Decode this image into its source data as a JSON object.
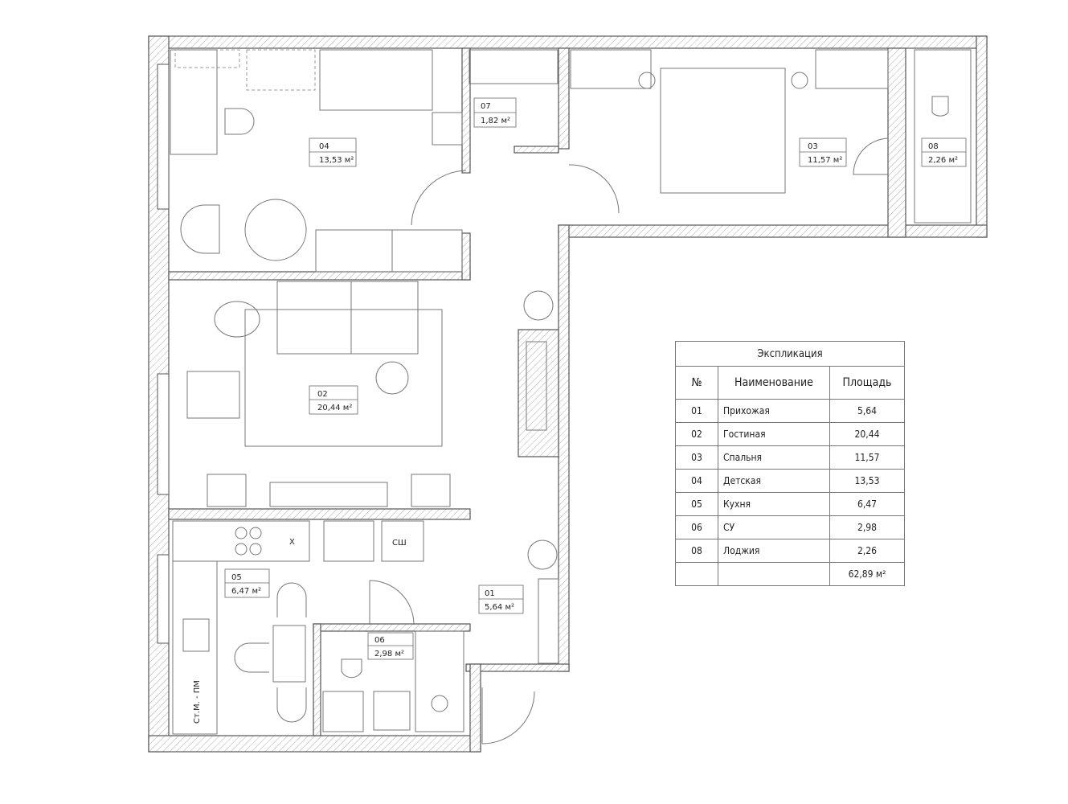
{
  "rooms": [
    {
      "id": "01",
      "area": "5,64 м²"
    },
    {
      "id": "02",
      "area": "20,44 м²"
    },
    {
      "id": "03",
      "area": "11,57 м²"
    },
    {
      "id": "04",
      "area": "13,53 м²"
    },
    {
      "id": "05",
      "area": "6,47 м²"
    },
    {
      "id": "06",
      "area": "2,98 м²"
    },
    {
      "id": "07",
      "area": "1,82 м²"
    },
    {
      "id": "08",
      "area": "2,26 м²"
    }
  ],
  "appliances": {
    "stove_x": "Х",
    "dishwasher": "СШ",
    "wm_dw": "Ст.М. - ПМ"
  },
  "explication": {
    "title": "Экспликация",
    "headers": [
      "№",
      "Наименование",
      "Площадь"
    ],
    "rows": [
      [
        "01",
        "Прихожая",
        "5,64"
      ],
      [
        "02",
        "Гостиная",
        "20,44"
      ],
      [
        "03",
        "Спальня",
        "11,57"
      ],
      [
        "04",
        "Детская",
        "13,53"
      ],
      [
        "05",
        "Кухня",
        "6,47"
      ],
      [
        "06",
        "СУ",
        "2,98"
      ],
      [
        "08",
        "Лоджия",
        "2,26"
      ]
    ],
    "total": "62,89 м²"
  }
}
